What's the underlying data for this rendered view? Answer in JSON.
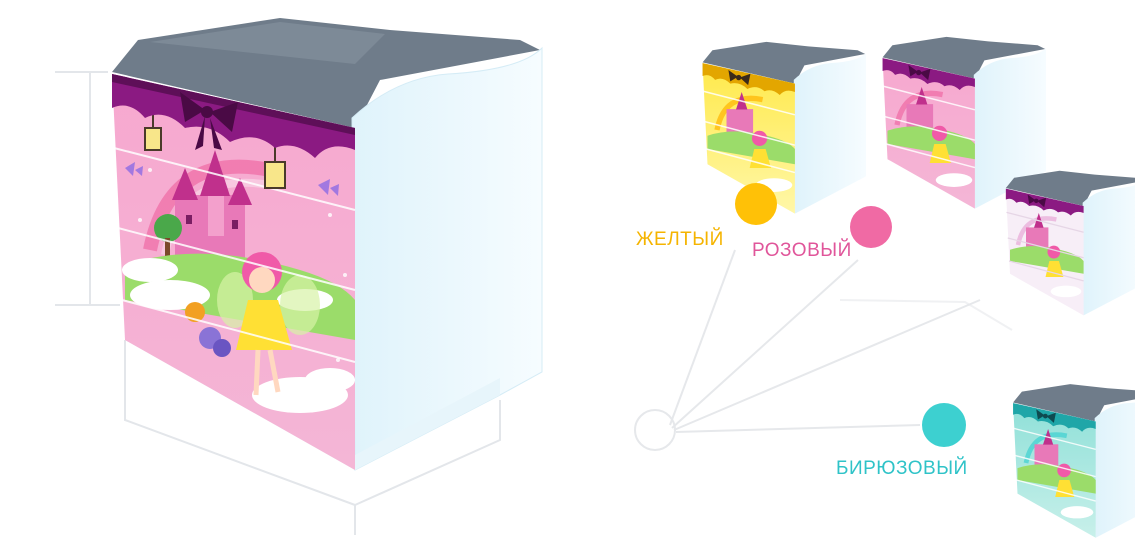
{
  "colors": {
    "yellow": "#ffc107",
    "pink": "#f06aa4",
    "turquoise": "#3dd0d0",
    "body_white": "#f2fbff",
    "top_grey": "#6f7c8a",
    "curtain_purple": "#8b1a82"
  },
  "variants": [
    {
      "id": "yellow",
      "label": "ЖЕЛТЫЙ",
      "color": "#ffc107",
      "label_color": "#f5b400"
    },
    {
      "id": "pink",
      "label": "РОЗОВЫЙ",
      "color": "#f06aa4",
      "label_color": "#e0559a"
    },
    {
      "id": "turquoise",
      "label": "БИРЮЗОВЫЙ",
      "color": "#3dd0d0",
      "label_color": "#2fc3c8"
    }
  ]
}
